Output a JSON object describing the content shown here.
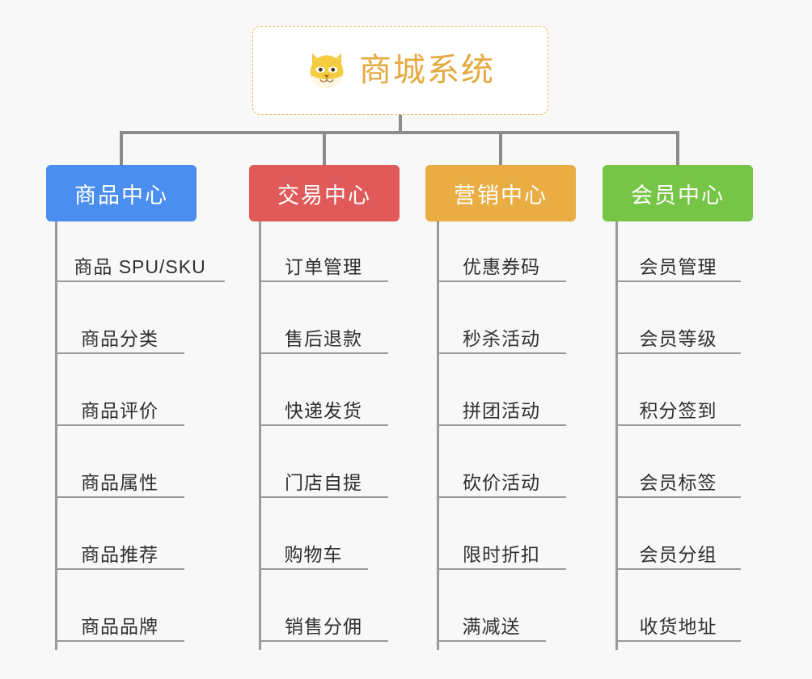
{
  "diagram": {
    "type": "tree",
    "background_color": "#f8f8f8",
    "connector_color": "#8c8c8c",
    "root": {
      "label": "商城系统",
      "icon": "shiba-inu-dog-face-icon",
      "text_color": "#e5a93f",
      "border_color": "#e8b95c",
      "background_color": "#ffffff"
    },
    "branches": [
      {
        "label": "商品中心",
        "color": "#4a8ef0",
        "items": [
          "商品 SPU/SKU",
          "商品分类",
          "商品评价",
          "商品属性",
          "商品推荐",
          "商品品牌"
        ]
      },
      {
        "label": "交易中心",
        "color": "#e15a5a",
        "items": [
          "订单管理",
          "售后退款",
          "快递发货",
          "门店自提",
          "购物车",
          "销售分佣"
        ]
      },
      {
        "label": "营销中心",
        "color": "#eaad44",
        "items": [
          "优惠券码",
          "秒杀活动",
          "拼团活动",
          "砍价活动",
          "限时折扣",
          "满减送"
        ]
      },
      {
        "label": "会员中心",
        "color": "#77c546",
        "items": [
          "会员管理",
          "会员等级",
          "积分签到",
          "会员标签",
          "会员分组",
          "收货地址"
        ]
      }
    ]
  }
}
